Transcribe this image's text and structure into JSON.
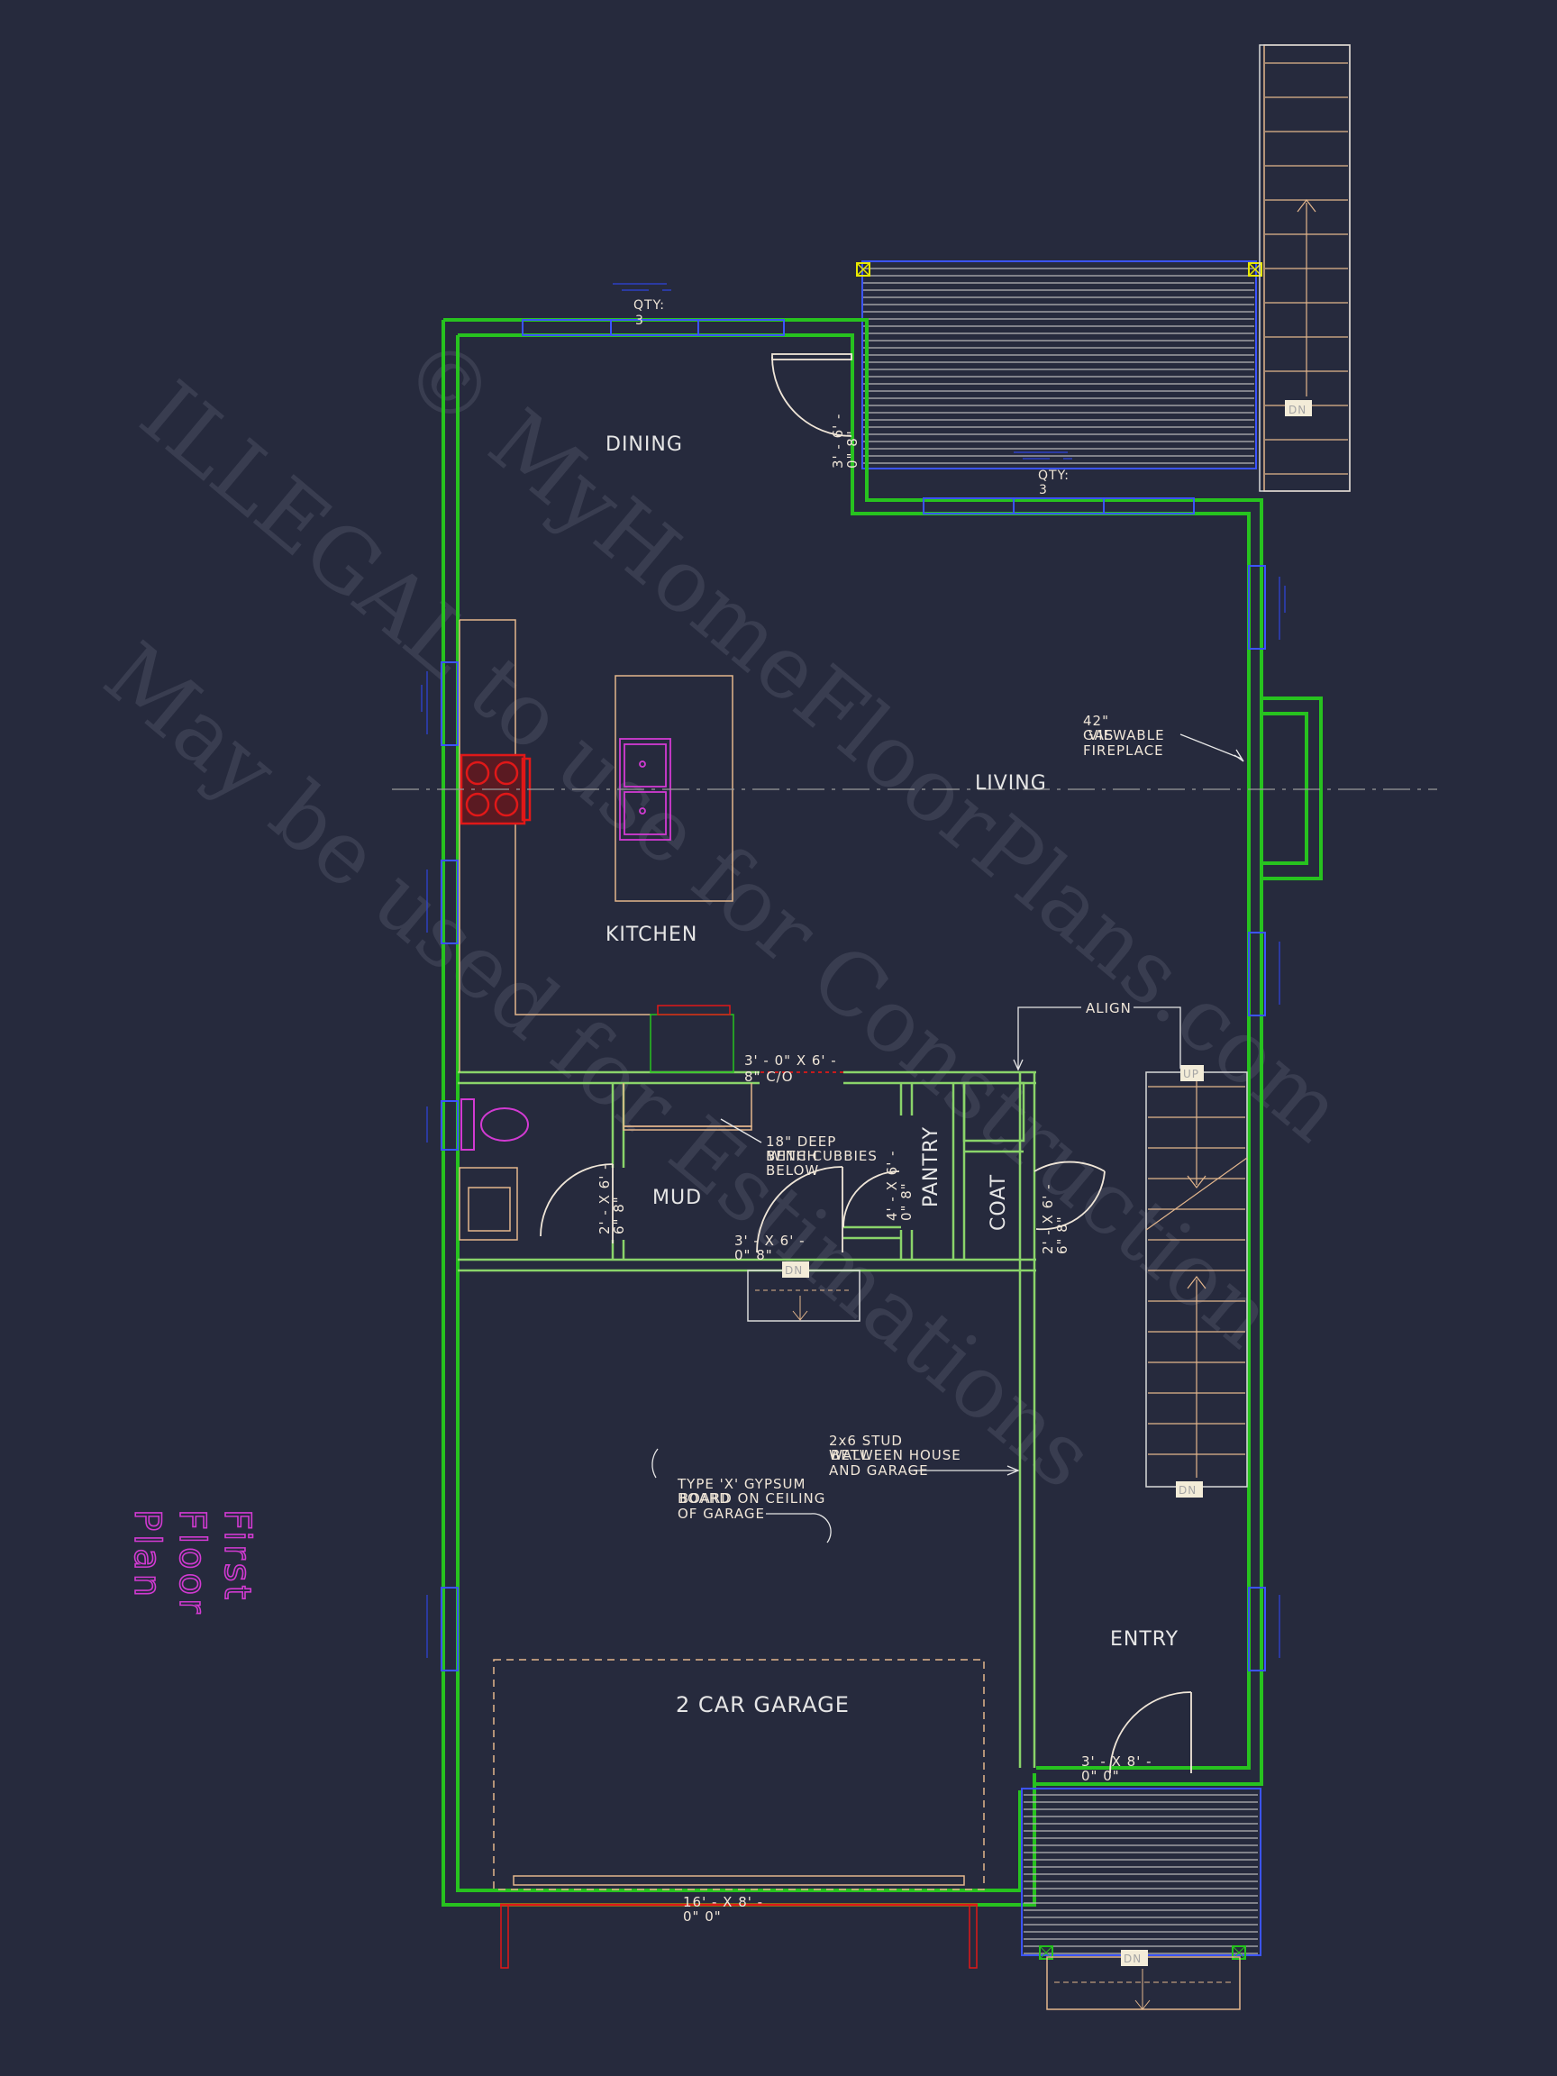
{
  "rooms": {
    "dining": "DINING",
    "kitchen": "KITCHEN",
    "living": "LIVING",
    "mud": "MUD",
    "pantry": "PANTRY",
    "coat": "COAT",
    "garage": "2 CAR GARAGE",
    "entry": "ENTRY"
  },
  "notes": {
    "qty_label": "QTY:",
    "qty_value": "3",
    "fireplace_1": "42\"",
    "fireplace_2": "GAS",
    "fireplace_3": "VIEWABLE",
    "fireplace_4": "FIREPLACE",
    "align": "ALIGN",
    "bench_1": "18\" DEEP",
    "bench_2": "BENCH",
    "bench_3": "WITH CUBBIES",
    "bench_4": "BELOW",
    "stud_1": "2x6 STUD",
    "stud_2": "WALL",
    "stud_3": "BETWEEN HOUSE",
    "stud_4": "AND GARAGE",
    "gyp_1": "TYPE 'X' GYPSUM",
    "gyp_2": "BOARD",
    "gyp_3": "BOARD ON CEILING",
    "gyp_4": "OF GARAGE",
    "dn": "DN",
    "up": "UP"
  },
  "dims": {
    "dining_door_a": "3' - 6' -",
    "dining_door_b": "0\"   8\"",
    "co_a": "3' - 0\" X 6' -",
    "co_b": "8\" C/O",
    "mud_door_a": "2' - X 6' -",
    "mud_door_b": "6\"   8\"",
    "garage_door_a": "3' - X 6' -",
    "garage_door_b": "0\"   8\"",
    "pantry_door_a": "4' - X 6' -",
    "pantry_door_b": "0\"   8\"",
    "coat_door_a": "2' - X 6' -",
    "coat_door_b": "6\"   8\"",
    "entry_door_a": "3' - X 8' -",
    "entry_door_b": "0\"   0\"",
    "garage_ovh_a": "16' - X 8' -",
    "garage_ovh_b": "0\"   0\""
  },
  "watermark": {
    "line1": "© MyHomeFloorPlans.com",
    "line2": "ILLEGAL to use for Construction",
    "line3": "May be used for Estimations"
  },
  "sheet_title": [
    "First",
    "Floor",
    "Plan"
  ],
  "colors": {
    "background": "#262a3d",
    "wall": "#27c21f",
    "wall_light": "#8ad46a",
    "window": "#3b54ff",
    "door": "#f0e6d8",
    "casework": "#e3b68c",
    "fixture": "#d23ad2",
    "range": "#e01818",
    "deck": "#b8b8b8",
    "title": "#d23ad2"
  }
}
